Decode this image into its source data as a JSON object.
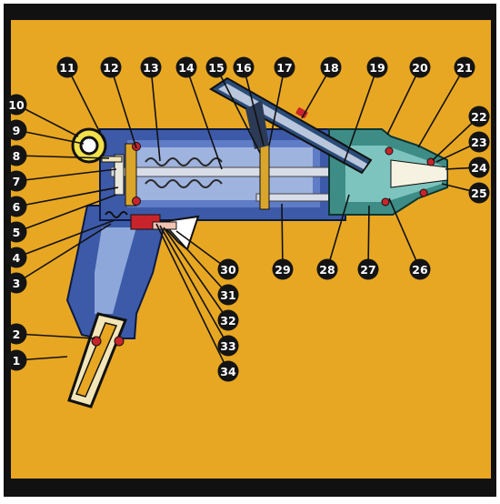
{
  "diagram": {
    "colors": {
      "background": "#E8A722",
      "frame": "#111111",
      "body_blue": "#3C5AA8",
      "body_blue_light": "#8EA7DA",
      "nose_teal": "#3E8C86",
      "nose_teal_light": "#7EC4BE",
      "gasket_red": "#C9242B",
      "brass": "#D9A52A",
      "callout_fill": "#141414",
      "callout_text": "#ffffff",
      "leader": "#111111"
    },
    "callouts": [
      "1",
      "2",
      "3",
      "4",
      "5",
      "6",
      "7",
      "8",
      "9",
      "10",
      "11",
      "12",
      "13",
      "14",
      "15",
      "16",
      "17",
      "18",
      "19",
      "20",
      "21",
      "22",
      "23",
      "24",
      "25",
      "26",
      "27",
      "28",
      "29",
      "30",
      "31",
      "32",
      "33",
      "34"
    ]
  }
}
